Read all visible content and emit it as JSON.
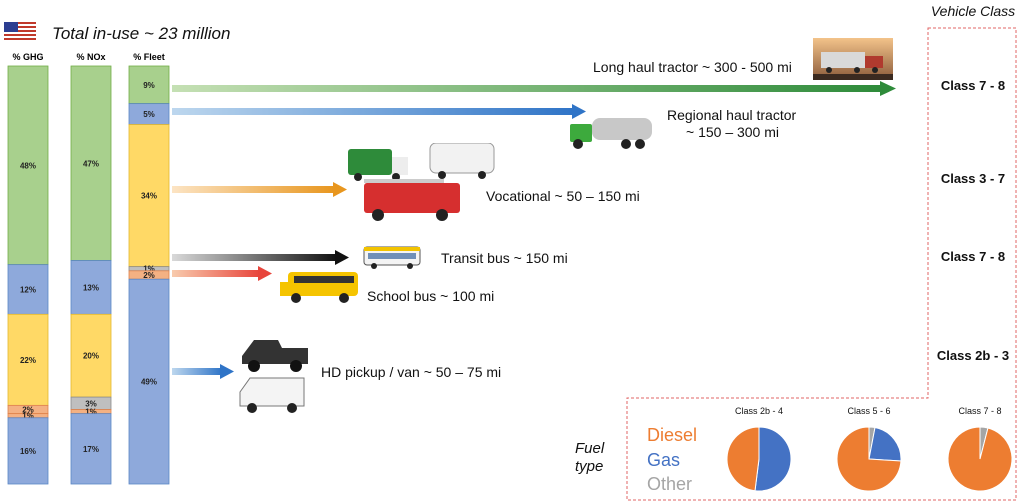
{
  "header": {
    "title": "Total in-use ~ 23 million",
    "flag_icon": "us-flag-icon"
  },
  "vehicle_class_header": "Vehicle Class",
  "fuel_type_header": "Fuel type",
  "colors": {
    "green": "#A8D08D",
    "blue": "#8EA9DB",
    "yellow": "#FFD966",
    "orange": "#F4B183",
    "gray": "#BFBFBF",
    "diesel": "#ED7D31",
    "gas": "#4472C4",
    "other": "#A5A5A5",
    "border_red": "#E06666"
  },
  "chart_data": [
    {
      "type": "bar",
      "subtype": "stacked-100",
      "categories": [
        "% GHG",
        "% NOx",
        "% Fleet"
      ],
      "series": [
        {
          "values": [
            48,
            47,
            9
          ],
          "labels": [
            "48%",
            "47%",
            "9%"
          ]
        },
        {
          "values": [
            12,
            13,
            5
          ],
          "labels": [
            "12%",
            "13%",
            "5%"
          ]
        },
        {
          "values": [
            22,
            20,
            34
          ],
          "labels": [
            "22%",
            "20%",
            "34%"
          ]
        },
        {
          "values": [
            0,
            3,
            1
          ],
          "labels": [
            "",
            "3%",
            "1%"
          ]
        },
        {
          "values": [
            2,
            1,
            2
          ],
          "labels": [
            "2%",
            "1%",
            "2%"
          ]
        },
        {
          "values": [
            1,
            0,
            0
          ],
          "labels": [
            "1%",
            "",
            ""
          ]
        },
        {
          "values": [
            16,
            17,
            49
          ],
          "labels": [
            "16%",
            "17%",
            "49%"
          ]
        }
      ]
    },
    {
      "type": "pie",
      "title": "Class 2b - 4",
      "labels": [
        "Diesel",
        "Gas",
        "Other"
      ],
      "values": [
        48,
        52,
        0
      ]
    },
    {
      "type": "pie",
      "title": "Class 5 - 6",
      "labels": [
        "Diesel",
        "Gas",
        "Other"
      ],
      "values": [
        74,
        23,
        3
      ]
    },
    {
      "type": "pie",
      "title": "Class 7 - 8",
      "labels": [
        "Diesel",
        "Gas",
        "Other"
      ],
      "values": [
        96,
        0,
        4
      ]
    }
  ],
  "routes": [
    {
      "label": "Long haul tractor ~ 300 - 500 mi",
      "class": "Class 7 - 8",
      "icon": "long-haul-truck-icon"
    },
    {
      "label": "Regional haul tractor",
      "label2": "~ 150 – 300 mi",
      "icon": "regional-tractor-icon"
    },
    {
      "label": "Vocational ~ 50 – 150 mi",
      "class": "Class 3 - 7",
      "icon": "vocational-trucks-icon"
    },
    {
      "label": "Transit bus ~ 150 mi",
      "class": "Class 7 - 8",
      "icon": "transit-bus-icon"
    },
    {
      "label": "School bus ~ 100 mi",
      "icon": "school-bus-icon"
    },
    {
      "label": "HD pickup / van ~ 50 – 75 mi",
      "class": "Class 2b - 3",
      "icon": "pickup-van-icon"
    }
  ],
  "fuel_legend": [
    "Diesel",
    "Gas",
    "Other"
  ]
}
